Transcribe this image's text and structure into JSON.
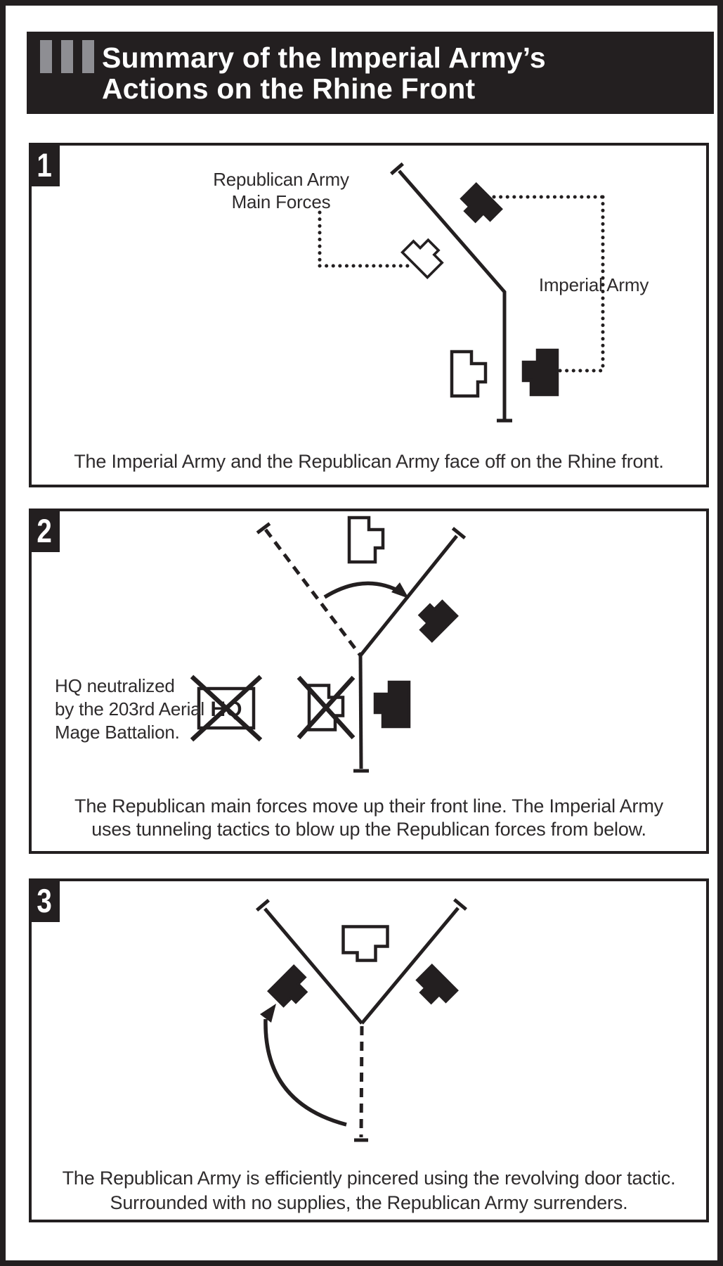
{
  "title": {
    "line1": "Summary of the Imperial Army’s",
    "line2": "Actions on the Rhine Front"
  },
  "colors": {
    "ink": "#231f20",
    "gray_bar": "#8e8e93",
    "background": "#ffffff",
    "title_text": "#ffffff"
  },
  "panels": [
    {
      "number": "1",
      "labels": {
        "republican_line1": "Republican Army",
        "republican_line2": "Main Forces",
        "imperial": "Imperial Army"
      },
      "caption_lines": [
        "The Imperial Army and the Republican Army face off on the Rhine front."
      ]
    },
    {
      "number": "2",
      "labels": {
        "hq_note_line1": "HQ neutralized",
        "hq_note_line2": "by the 203rd Aerial",
        "hq_note_line3": "Mage Battalion.",
        "hq_box": "HQ"
      },
      "caption_lines": [
        "The Republican main forces move up their front line. The Imperial Army",
        "uses tunneling tactics to blow up the Republican forces from below."
      ]
    },
    {
      "number": "3",
      "labels": {},
      "caption_lines": [
        "The Republican Army is efficiently pincered using the revolving door tactic.",
        "Surrounded with no supplies, the Republican Army surrenders."
      ]
    }
  ]
}
